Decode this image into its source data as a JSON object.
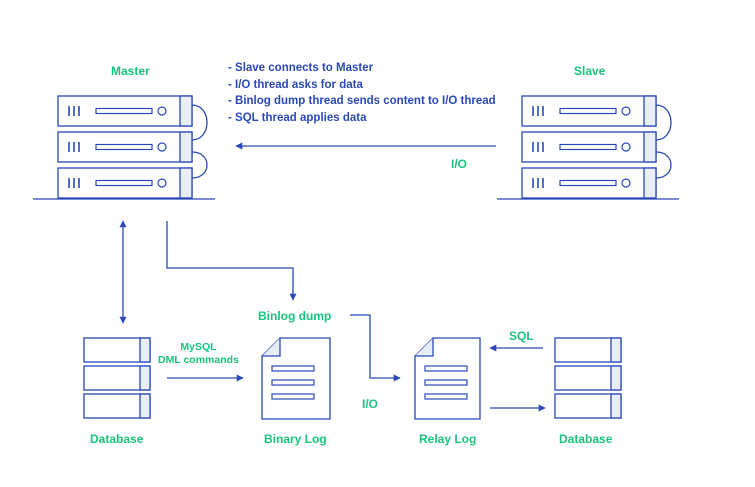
{
  "colors": {
    "primary": "#2a49b8",
    "accent": "#19c37d",
    "fill": "#e9edf7",
    "background": "#ffffff"
  },
  "master": {
    "label": "Master"
  },
  "slave": {
    "label": "Slave"
  },
  "notes": [
    "- Slave connects to Master",
    "- I/O thread asks for data",
    "- Binlog dump thread sends content to I/O thread",
    "- SQL thread applies data"
  ],
  "edges": {
    "io_top": "I/O",
    "binlog_dump": "Binlog dump",
    "mysql_dml_line1": "MySQL",
    "mysql_dml_line2": "DML commands",
    "io_bottom": "I/O",
    "sql": "SQL"
  },
  "nodes": {
    "database_left": "Database",
    "binary_log": "Binary Log",
    "relay_log": "Relay Log",
    "database_right": "Database"
  },
  "icons": [
    "server-rack-icon",
    "database-icon",
    "document-icon",
    "arrow-icon"
  ]
}
